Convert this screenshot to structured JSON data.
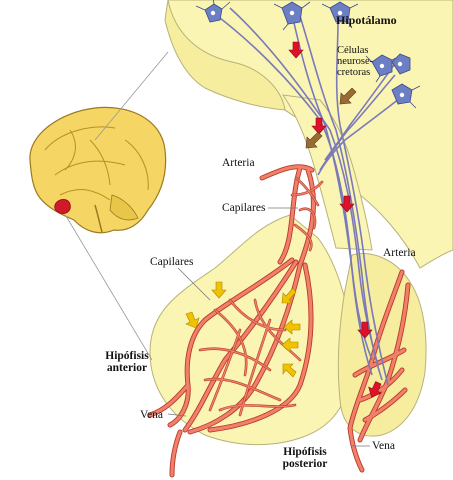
{
  "labels": {
    "hypothalamus": "Hipotálamo",
    "neurosecretory_1": "Células",
    "neurosecretory_2": "neurose-",
    "neurosecretory_3": "cretoras",
    "artery_left": "Arteria",
    "capillaries_upper": "Capilares",
    "capillaries_lower": "Capilares",
    "artery_right": "Arteria",
    "anterior_1": "Hipófisis",
    "anterior_2": "anterior",
    "vein_left": "Vena",
    "posterior_1": "Hipófisis",
    "posterior_2": "posterior",
    "vein_right": "Vena"
  },
  "colors": {
    "tissue": "#fbf5b4",
    "tissue_outline": "#b8b27a",
    "vessel": "#f0806a",
    "vessel_outline": "#b83a2a",
    "axon": "#7a7ab8",
    "neuron": "#6d7fc4",
    "arrow_red": "#e0102a",
    "arrow_brown": "#9a6a35",
    "arrow_yellow": "#f2c200",
    "brain": "#f5d564",
    "brain_outline": "#9b7a1f",
    "pituitary_marker": "#d01a2a"
  }
}
